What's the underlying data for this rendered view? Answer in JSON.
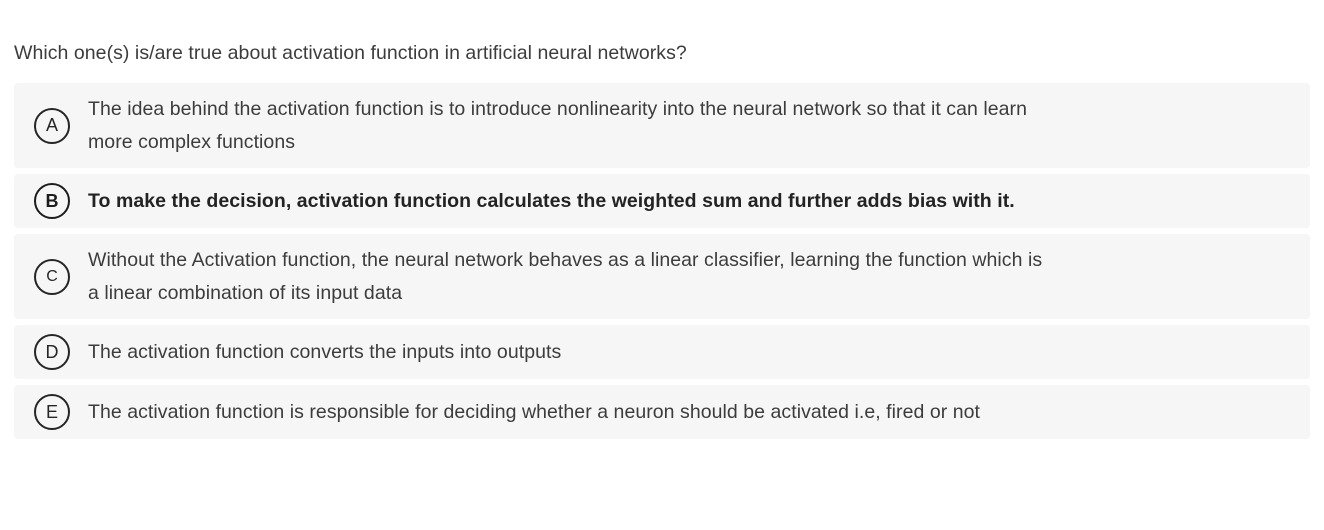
{
  "quiz": {
    "question": "Which one(s) is/are true about activation function in artificial neural networks?",
    "colors": {
      "row_background": "#f6f6f6",
      "page_background": "#ffffff",
      "text": "#3c3c3c",
      "badge_stroke": "#262626"
    },
    "options": [
      {
        "letter": "A",
        "emphasis": false,
        "lines": [
          "The idea behind the activation function is to introduce nonlinearity into the neural network so that it can learn",
          "more complex functions"
        ],
        "full_text": "The idea behind the activation function is to introduce nonlinearity into the neural network so that it can learn more complex functions"
      },
      {
        "letter": "B",
        "emphasis": true,
        "lines": [
          "To make the decision, activation function calculates the weighted sum and further adds bias with it."
        ],
        "full_text": "To make the decision, activation function calculates the weighted sum and further adds bias with it."
      },
      {
        "letter": "C",
        "emphasis": false,
        "lines": [
          "Without the Activation function, the neural network behaves as a linear classifier, learning the function which is",
          "a linear combination of its input data"
        ],
        "full_text": "Without the Activation function, the neural network behaves as a linear classifier, learning the function which is a linear combination of its input data"
      },
      {
        "letter": "D",
        "emphasis": false,
        "lines": [
          "The activation function converts the inputs into outputs"
        ],
        "full_text": "The activation function converts the inputs into outputs"
      },
      {
        "letter": "E",
        "emphasis": false,
        "lines": [
          "The activation function is responsible for deciding whether a neuron should be activated i.e, fired or not"
        ],
        "full_text": "The activation function is responsible for deciding whether a neuron should be activated i.e, fired or not"
      }
    ]
  }
}
